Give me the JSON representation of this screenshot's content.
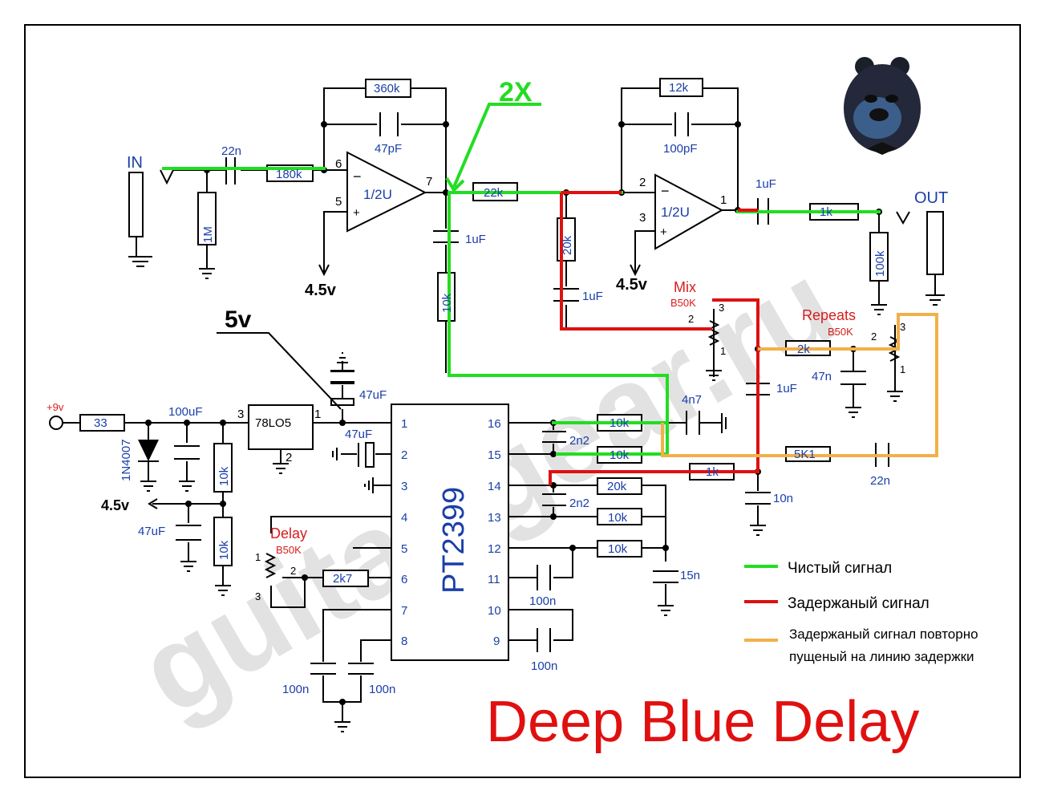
{
  "title": "Deep Blue Delay",
  "watermark": "guitar-gear.ru",
  "colors": {
    "clean": "#22dd22",
    "delayed": "#dd1111",
    "repeat": "#f2b04a",
    "labels": "#1a3fa8",
    "title": "#e01010"
  },
  "ic": {
    "name": "PT2399",
    "left_pins": [
      "1",
      "2",
      "3",
      "4",
      "5",
      "6",
      "7",
      "8"
    ],
    "right_pins": [
      "16",
      "15",
      "14",
      "13",
      "12",
      "11",
      "10",
      "9"
    ]
  },
  "opamps": {
    "u1_label": "1/2U",
    "u1_pin_inv": "6",
    "u1_pin_noninv": "5",
    "u1_pin_out": "7",
    "u2_label": "1/2U",
    "u2_pin_inv": "2",
    "u2_pin_noninv": "3",
    "u2_pin_out": "1"
  },
  "labels": {
    "in": "IN",
    "out": "OUT",
    "two_x": "2X",
    "five_v": "5v",
    "bias_1": "4.5v",
    "bias_2": "4.5v",
    "bias_3": "4.5v",
    "supply": "+9v",
    "regulator": "78LO5",
    "reg_pin_in": "3",
    "reg_pin_out": "1",
    "reg_pin_gnd": "2",
    "diode": "1N4007",
    "pot_mix": "Mix",
    "pot_mix_val": "B50K",
    "pot_repeats": "Repeats",
    "pot_repeats_val": "B50K",
    "pot_delay": "Delay",
    "pot_delay_val": "B50K",
    "wiper_1": "1",
    "wiper_2": "2",
    "wiper_3": "3"
  },
  "components": {
    "c22n_in": "22n",
    "r1m": "1M",
    "r180k": "180k",
    "r360k": "360k",
    "c47p": "47pF",
    "r22k": "22k",
    "c1u_a": "1uF",
    "r10k_a": "10k",
    "r12k": "12k",
    "c100p": "100pF",
    "c1u_out": "1uF",
    "r1k_out": "1k",
    "r100k": "100k",
    "r20k_fb": "20k",
    "c1u_b": "1uF",
    "r2k": "2k",
    "c47n": "47n",
    "c1u_c": "1uF",
    "c4n7": "4n7",
    "r10k_16": "10k",
    "r10k_15": "10k",
    "c2n2_a": "2n2",
    "r1k_mid": "1k",
    "r5k1": "5K1",
    "c22n_out": "22n",
    "c10n": "10n",
    "r20k_14": "20k",
    "c2n2_b": "2n2",
    "r10k_13": "10k",
    "r10k_12": "10k",
    "c15n": "15n",
    "c100n_11": "100n",
    "c100n_9": "100n",
    "c100n_7": "100n",
    "c100n_8": "100n",
    "r2k7": "2k7",
    "r33": "33",
    "c100u": "100uF",
    "r10k_div1": "10k",
    "r10k_div2": "10k",
    "c47u_div": "47uF",
    "c47u_top": "47uF",
    "c47u_pin2": "47uF"
  },
  "legend": [
    {
      "label": "Чистый сигнал",
      "color": "#22dd22"
    },
    {
      "label": "Задержаный сигнал",
      "color": "#dd1111"
    },
    {
      "label_line1": "Задержаный сигнал повторно",
      "label_line2": "пущеный на линию задержки",
      "color": "#f2b04a"
    }
  ]
}
